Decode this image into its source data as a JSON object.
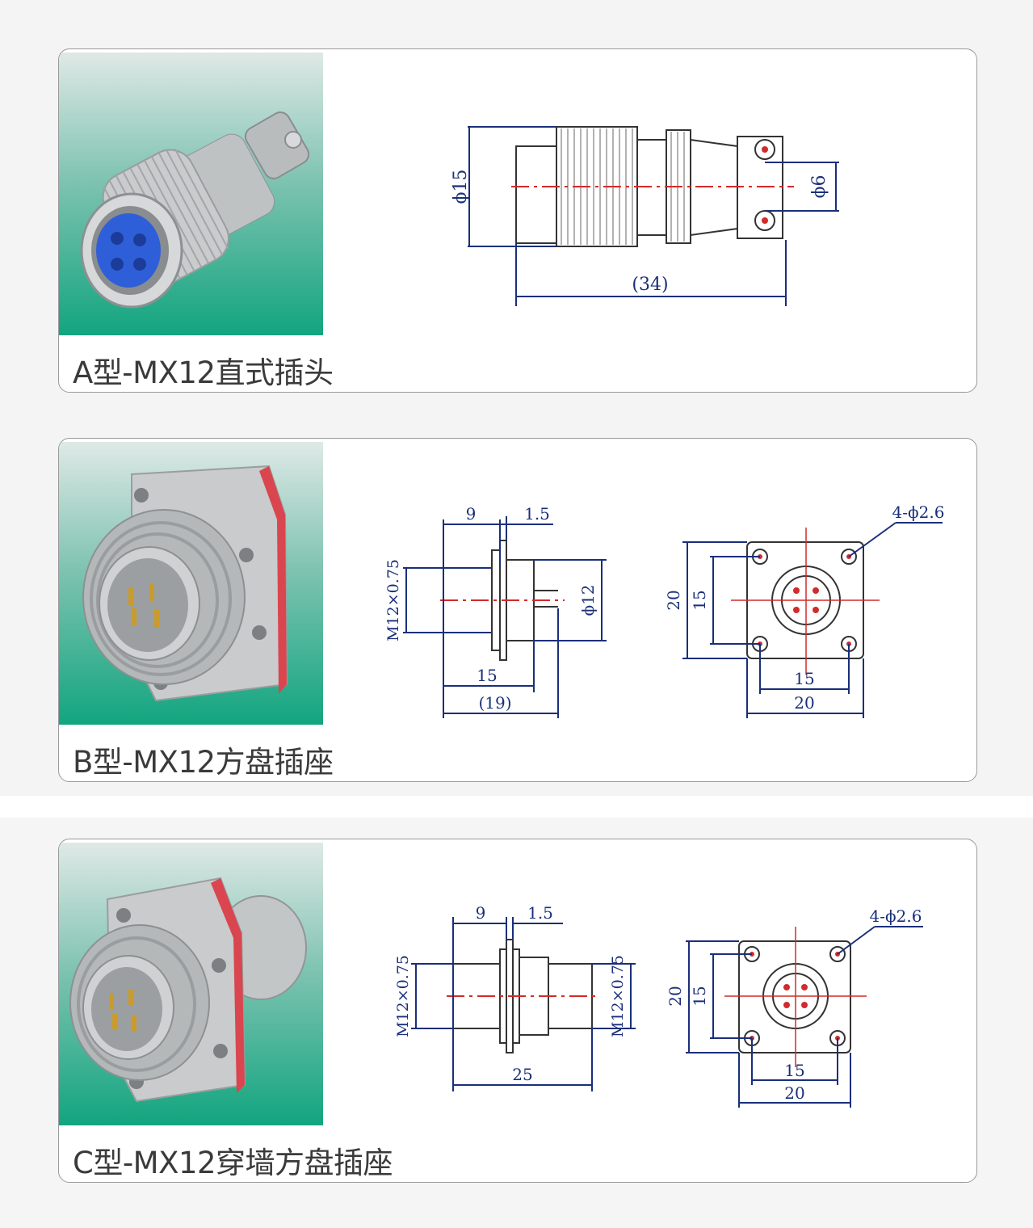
{
  "products": [
    {
      "caption": "A型-MX12直式插头",
      "drawing": {
        "dims": [
          "ϕ15",
          "ϕ6",
          "(34)"
        ]
      }
    },
    {
      "caption": "B型-MX12方盘插座",
      "drawing": {
        "side": [
          "9",
          "1.5",
          "M12×0.75",
          "ϕ12",
          "15",
          "(19)"
        ],
        "front": [
          "4-ϕ2.6",
          "20",
          "15",
          "15",
          "20"
        ]
      }
    },
    {
      "caption": "C型-MX12穿墙方盘插座",
      "drawing": {
        "side": [
          "9",
          "1.5",
          "M12×0.75",
          "M12×0.75",
          "25"
        ],
        "front": [
          "4-ϕ2.6",
          "20",
          "15",
          "15",
          "20"
        ]
      }
    }
  ],
  "colors": {
    "dimension_line": "#1a2f7a",
    "center_line": "#d22b2b",
    "photo_gradient_bottom": "#12a57f",
    "gasket_red": "#d9464f"
  }
}
